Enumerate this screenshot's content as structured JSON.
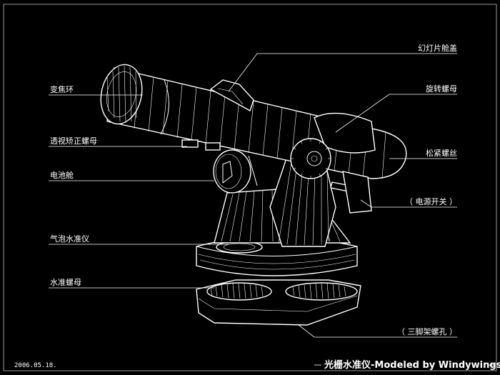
{
  "labels": {
    "slide_cover": "幻灯片舱盖",
    "zoom_ring": "变焦环",
    "rotate_nut": "旋转螺母",
    "perspective_nut": "透视矫正螺母",
    "lock_screw": "松紧螺丝",
    "battery_bay": "电池舱",
    "power_switch": "（ 电源开关 ）",
    "bubble_level": "气泡水准仪",
    "level_nut": "水准螺母",
    "tripod_hole": "（ 三脚架螺孔 ）"
  },
  "footer": {
    "date": "2006.05.18.",
    "title": "光栅水准仪-Modeled by Windywings."
  },
  "colors": {
    "background": "#000000",
    "line": "#ffffff"
  }
}
